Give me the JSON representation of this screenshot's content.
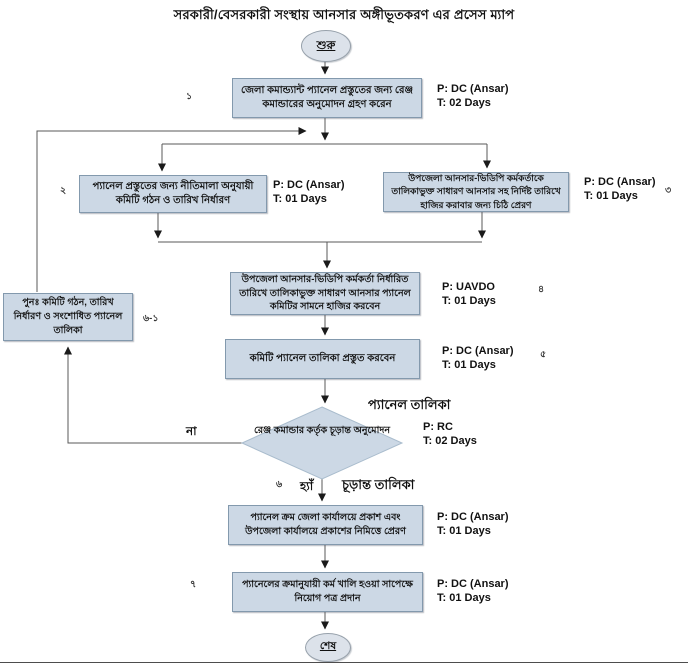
{
  "title": "সরকারী/বেসরকারী সংস্থায় আনসার অঙ্গীভূতকরণ এর প্রসেস ম্যাপ",
  "terminals": {
    "start": "শুরু",
    "end": "শেষ"
  },
  "flow_labels": {
    "no": "না",
    "yes": "হ্যাঁ",
    "panel_list": "প্যানেল তালিকা",
    "final_list": "চূড়ান্ত তালিকা"
  },
  "steps": {
    "s1": {
      "num": "১",
      "text": "জেলা কমান্ড্যান্ট প্যানেল প্রস্তুতের জন্য রেঞ্জ কমান্ডারের অনুমোদন গ্রহণ করেন",
      "p": "P: DC (Ansar)",
      "t": "T: 02 Days"
    },
    "s2": {
      "num": "২",
      "text": "প্যানেল প্রস্তুতের জন্য নীতিমালা অনুযায়ী কমিটি গঠন ও তারিখ নির্ধারণ",
      "p": "P: DC (Ansar)",
      "t": "T: 01 Days"
    },
    "s3": {
      "num": "৩",
      "text": "উপজেলা আনসার-ভিডিপি কর্মকর্তাকে তালিকাভুক্ত সাধারণ আনসার সহ নির্দিষ্ট তারিখে হাজির করাবার জন্য চিঠি প্রেরণ",
      "p": "P: DC (Ansar)",
      "t": "T: 01 Days"
    },
    "s4": {
      "num": "৪",
      "text": "উপজেলা আনসার-ভিডিপি কর্মকর্তা নির্ধারিত তারিখে তালিকাভুক্ত সাধারণ আনসার প্যানেল কমিটির সামনে হাজির করবেন",
      "p": "P: UAVDO",
      "t": "T: 01 Days"
    },
    "s5": {
      "num": "৫",
      "text": "কমিটি প্যানেল তালিকা প্রস্তুত করবেন",
      "p": "P: DC (Ansar)",
      "t": "T: 01 Days"
    },
    "redo": {
      "num": "৬-১",
      "text": "পুনঃ  কমিটি গঠন, তারিখ নির্ধারণ ও সংশোধিত প্যানেল তালিকা"
    },
    "decision": {
      "text": "রেঞ্জ কমান্ডার কর্তৃক চূড়ান্ত অনুমোদন",
      "p": "P: RC",
      "t": "T: 02 Days"
    },
    "s6": {
      "num": "৬",
      "text": "প্যানেল ক্রম জেলা কার্যালয়ে প্রকাশ এবং উপজেলা কার্যালয়ে প্রকাশের নিমিত্তে প্রেরণ",
      "p": "P: DC (Ansar)",
      "t": "T: 01 Days"
    },
    "s7": {
      "num": "৭",
      "text": "প্যানেলের ক্রমানুযায়ী কর্ম খালি হওয়া সাপেক্ষে নিয়োগ পত্র প্রদান",
      "p": "P: DC (Ansar)",
      "t": "T: 01 Days"
    }
  },
  "colors": {
    "box-fill": "#ccd8e5",
    "box-border": "#8399ad",
    "line": "#595959",
    "diamond-border": "#a9bccd",
    "oval-fill": "#dce2ea",
    "oval-border": "#97a1ab"
  }
}
